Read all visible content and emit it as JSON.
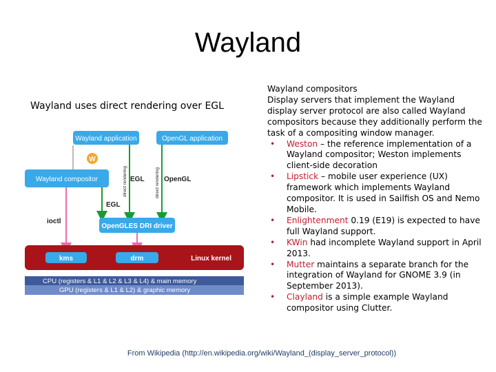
{
  "slide": {
    "title": "Wayland",
    "subtitle": "Wayland uses direct rendering over EGL",
    "footer": "From Wikipedia (http://en.wikipedia.org/wiki/Wayland_(display_server_protocol))"
  },
  "diagram": {
    "wayland_application": "Wayland application",
    "opengl_application": "OpenGL application",
    "wayland_compositor": "Wayland compositor",
    "egl_right": "EGL",
    "opengl_right": "OpenGL",
    "egl_left": "EGL",
    "ioctl": "ioctl",
    "opengles_dri": "OpenGLES DRI driver",
    "kms": "kms",
    "drm": "drm",
    "linux_kernel": "Linux kernel",
    "cpu_bar": "CPU (registers & L1 & L2 & L3 & L4) & main memory",
    "gpu_bar": "GPU (registers & L1 & L2) & graphic memory",
    "direct_rendering_1": "direct rendering",
    "direct_rendering_2": "direct rendering",
    "logo_letter": "W",
    "colors": {
      "blue": "#39a9e9",
      "red": "#a81419",
      "cpu": "#3d5a99",
      "gpu": "#6f8bc9",
      "pink": "#ee6aaa",
      "green": "#1a9a34",
      "grey": "#bbbbbb"
    }
  },
  "right": {
    "heading": "Wayland compositors",
    "intro": "Display servers that implement the Wayland display server protocol are also called Wayland compositors because they additionally perform the task of a compositing window manager.",
    "items": [
      {
        "name": "Weston",
        "text": " – the reference implementation of a Wayland compositor; Weston implements client-side decoration"
      },
      {
        "name": "Lipstick",
        "text": " – mobile user experience (UX) framework which implements Wayland compositor. It is used in Sailfish OS and Nemo Mobile."
      },
      {
        "name": "Enlightenment",
        "text": " 0.19 (E19) is expected to have full Wayland support."
      },
      {
        "name": "KWin",
        "text": " had incomplete Wayland support in April 2013."
      },
      {
        "name": "Mutter",
        "text": " maintains a separate branch for the integration of Wayland for GNOME 3.9 (in September 2013)."
      },
      {
        "name": "Clayland",
        "text": " is a simple example Wayland compositor using Clutter."
      }
    ],
    "bullet": "•"
  }
}
